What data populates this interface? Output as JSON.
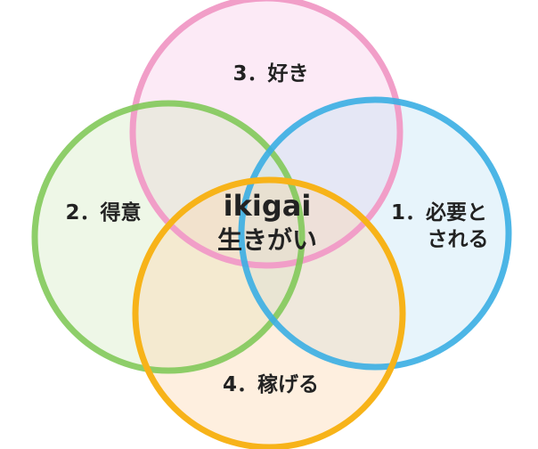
{
  "circles": [
    {
      "label": "3．好き",
      "border_color": "#f19ec8",
      "fill_color": "#fbe3f3"
    },
    {
      "label": "2．得意",
      "border_color": "#82c95a",
      "fill_color": "#e9f4df"
    },
    {
      "label": "1．必要と",
      "label_line2": "される",
      "border_color": "#3aaee3",
      "fill_color": "#dcf0fa"
    },
    {
      "label": "4．稼げる",
      "border_color": "#f7b319",
      "fill_color": "#fde8cf"
    }
  ],
  "center": {
    "title": "ikigai",
    "subtitle": "生きがい"
  }
}
